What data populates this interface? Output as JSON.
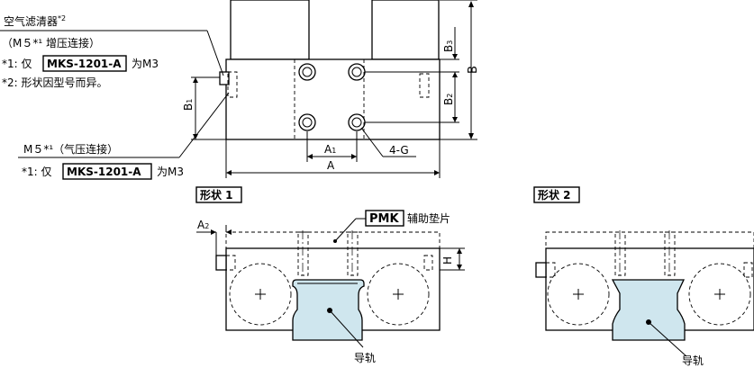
{
  "labels": {
    "air_filter": "空气滤清器",
    "air_filter_note": "*2",
    "m5_boost": "（M５*¹ 增压连接）",
    "note1_top_prefix": "*1: 仅",
    "note1_top_model": "MKS-1201-A",
    "note1_top_suffix": "为M3",
    "note2": "*2: 形状因型号而异。",
    "m5_pressure": "M５*¹（气压连接）",
    "note1_bottom_prefix": "*1: 仅",
    "note1_bottom_model": "MKS-1201-A",
    "note1_bottom_suffix": "为M3",
    "shape1": "形状 1",
    "shape2": "形状 2",
    "pmk": "PMK",
    "pmk_desc": "辅助垫片",
    "rail1": "导轨",
    "rail2": "导轨"
  },
  "dimensions": {
    "A": "A",
    "A1": "A",
    "A1_sub": "1",
    "A2": "A",
    "A2_sub": "2",
    "B": "B",
    "B1": "B",
    "B1_sub": "1",
    "B2": "B",
    "B2_sub": "2",
    "B3": "B",
    "B3_sub": "3",
    "H": "H",
    "hole": "4-G"
  }
}
